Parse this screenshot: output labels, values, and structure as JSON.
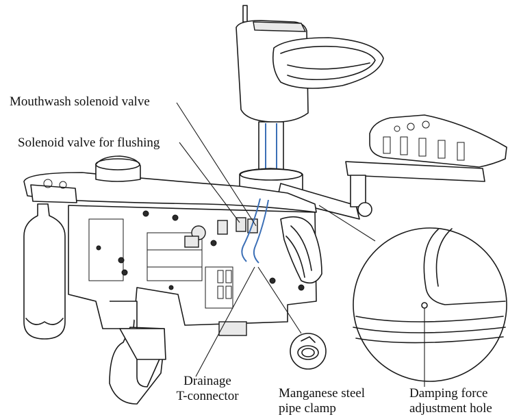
{
  "labels": {
    "mouthwash_valve": "Mouthwash solenoid valve",
    "flushing_valve": "Solenoid valve for flushing",
    "drainage_line1": "Drainage",
    "drainage_line2": "T-connector",
    "clamp_line1": "Manganese steel",
    "clamp_line2": "pipe clamp",
    "damping_line1": "Damping force",
    "damping_line2": "adjustment hole"
  },
  "colors": {
    "line": "#1a1a1a",
    "tubing": "#3b6fb6",
    "background": "#ffffff"
  }
}
